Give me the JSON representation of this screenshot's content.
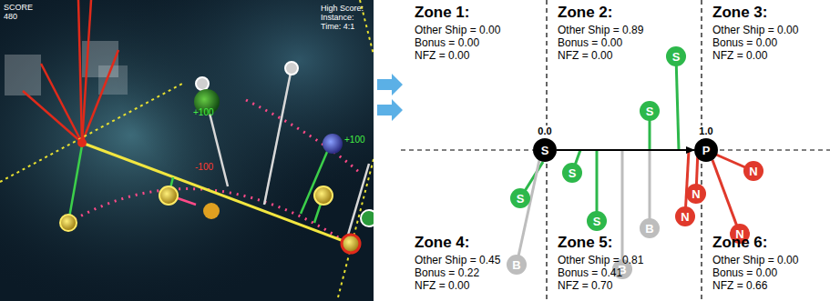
{
  "diagram": {
    "nodes": [
      {
        "text": [
          "S"
        ]
      },
      {
        "text": [
          "P"
        ]
      },
      {
        "text": [
          "S"
        ]
      },
      {
        "text": [
          "S"
        ]
      },
      {
        "text": [
          "S"
        ]
      },
      {
        "text": [
          "S"
        ]
      },
      {
        "text": [
          "S"
        ]
      },
      {
        "text": [
          "B"
        ]
      },
      {
        "text": [
          "B"
        ]
      },
      {
        "text": [
          "B"
        ]
      },
      {
        "text": [
          "N"
        ]
      },
      {
        "text": [
          "N"
        ]
      },
      {
        "text": [
          "N"
        ]
      },
      {
        "text": [
          "N"
        ]
      }
    ],
    "edges": [
      {
        "from": 0,
        "to": 1,
        "arrow": "to"
      }
    ],
    "labels": [
      "SCORE",
      "480",
      "High Score:",
      "Instance:",
      "Time: 4:1",
      "+100",
      "+100",
      "-100",
      "0.0",
      "1.0",
      "Zone 1:",
      "Other Ship = 0.00",
      "Bonus = 0.00",
      "NFZ = 0.00",
      "Zone 2:",
      "Other Ship = 0.89",
      "Bonus = 0.00",
      "NFZ = 0.00",
      "Zone 3:",
      "Other Ship = 0.00",
      "Bonus = 0.00",
      "NFZ = 0.00",
      "Zone 4:",
      "Other Ship = 0.45",
      "Bonus = 0.22",
      "NFZ = 0.00",
      "Zone 5:",
      "Other Ship = 0.81",
      "Bonus = 0.41",
      "NFZ = 0.70",
      "Zone 6:",
      "Other Ship = 0.00",
      "Bonus = 0.00",
      "NFZ = 0.66"
    ]
  }
}
